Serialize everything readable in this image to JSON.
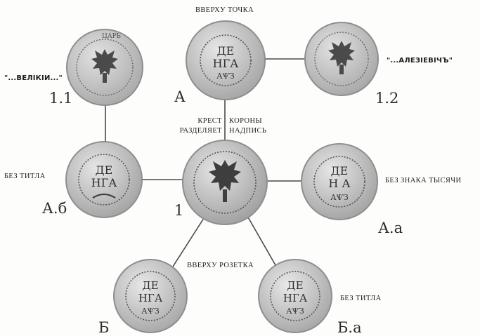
{
  "annotations": {
    "top_dot": "ВВЕРХУ ТОЧКА",
    "velikii": "\"...ВЕЛIКIИ...\"",
    "alezievich": "\"...АЛЕЗIЕВIЧЪ\"",
    "cross_divides": "КРЕСТ РАЗДЕЛЯЕТ",
    "crowns_inscription": "КОРОНЫ НАДПИСЬ",
    "without_titlo_left": "БЕЗ ТИТЛА",
    "without_thousand": "БЕЗ ЗНАКА ТЫСЯЧИ",
    "top_rosette": "ВВЕРХУ РОЗЕТКА",
    "without_titlo_right": "БЕЗ ТИТЛА"
  },
  "labels": {
    "l11": "1.1",
    "l12": "1.2",
    "lA": "А",
    "l1": "1",
    "lAb": "А.б",
    "lAa": "А.а",
    "lB": "Б",
    "lBa": "Б.а"
  },
  "coin_text": {
    "a_line1": "ДЕ",
    "a_line2": "НГА",
    "a_line3": "АѰЗ",
    "ab_line1": "ДЕ",
    "ab_line2": "НГА",
    "aa_line1": "ДЕ",
    "aa_line2": "Н А",
    "aa_line3": "АѰЗ",
    "b_line1": "ДЕ",
    "b_line2": "НГА",
    "b_line3": "АѰЗ",
    "ba_line1": "ДЕ",
    "ba_line2": "НГА",
    "ba_line3": "АѰЗ"
  },
  "colors": {
    "coin_fill": "#cfcfcf",
    "coin_rim": "#9a9a9a",
    "coin_ink": "#3a3a3a",
    "link": "#4a4a4a"
  }
}
